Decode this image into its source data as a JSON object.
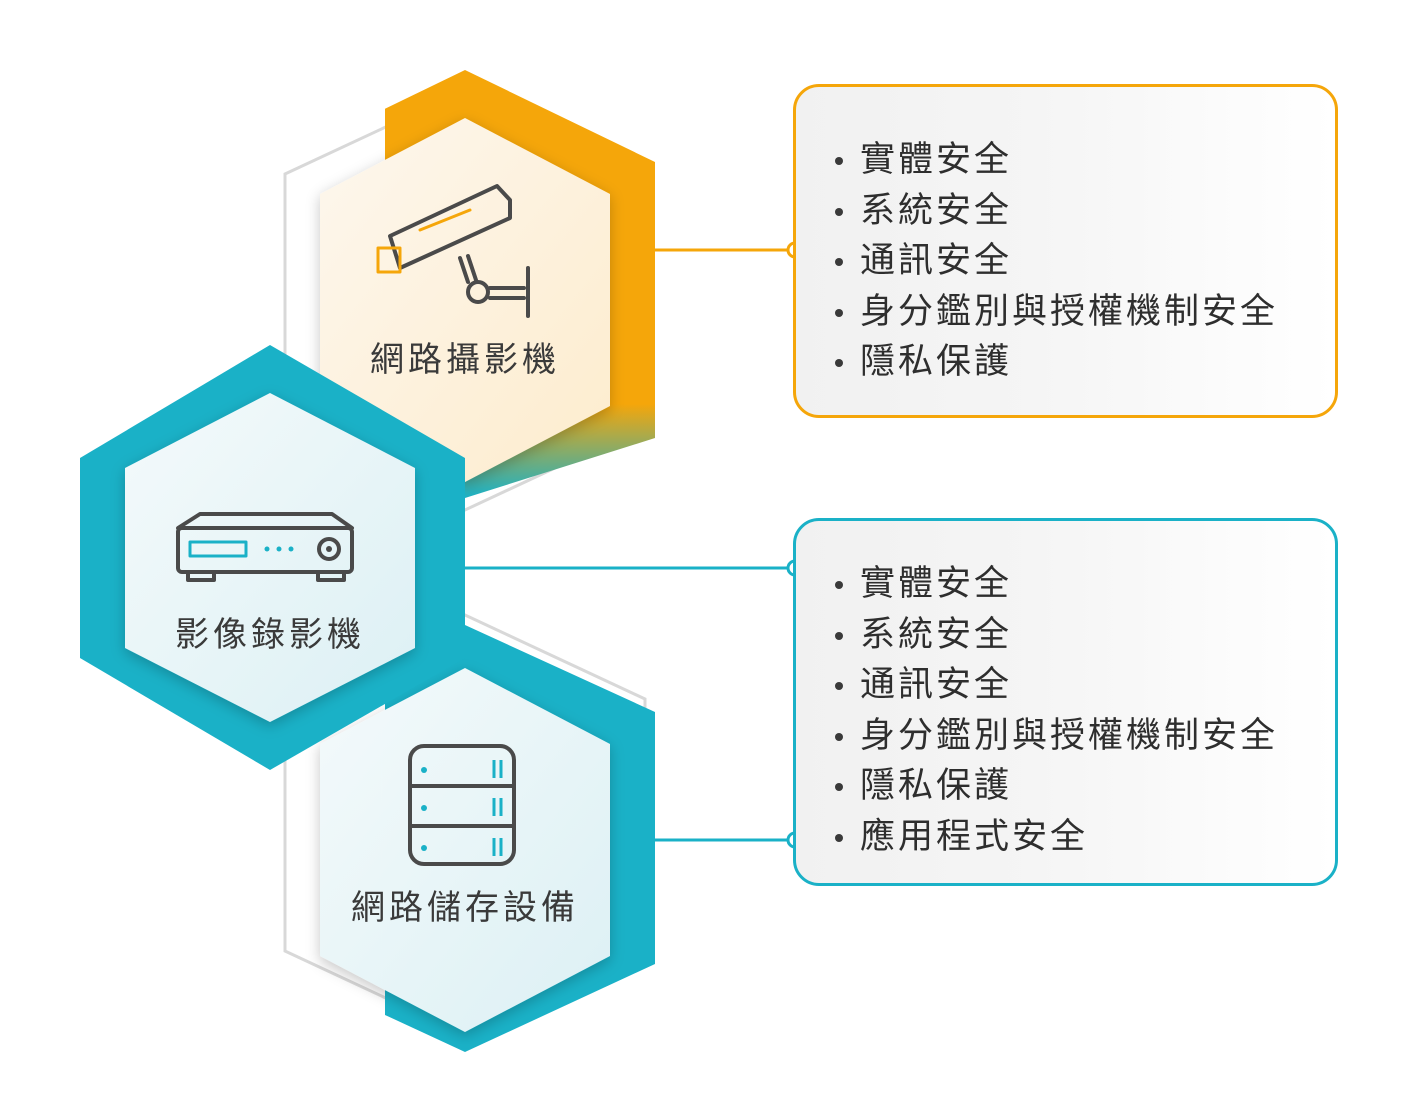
{
  "colors": {
    "orange": "#f5a60a",
    "teal": "#1ab1c7",
    "outline_gray": "#d8d8d8",
    "icon_stroke": "#4a4a4a",
    "text": "#3a3a3a"
  },
  "devices": [
    {
      "id": "camera",
      "label": "網路攝影機",
      "icon": "cctv-camera-icon"
    },
    {
      "id": "recorder",
      "label": "影像錄影機",
      "icon": "video-recorder-icon"
    },
    {
      "id": "storage",
      "label": "網路儲存設備",
      "icon": "database-server-icon"
    }
  ],
  "panels": [
    {
      "id": "camera-panel",
      "color": "orange",
      "items": [
        "實體安全",
        "系統安全",
        "通訊安全",
        "身分鑑別與授權機制安全",
        "隱私保護"
      ]
    },
    {
      "id": "recorder-storage-panel",
      "color": "teal",
      "items": [
        "實體安全",
        "系統安全",
        "通訊安全",
        "身分鑑別與授權機制安全",
        "隱私保護",
        "應用程式安全"
      ]
    }
  ]
}
